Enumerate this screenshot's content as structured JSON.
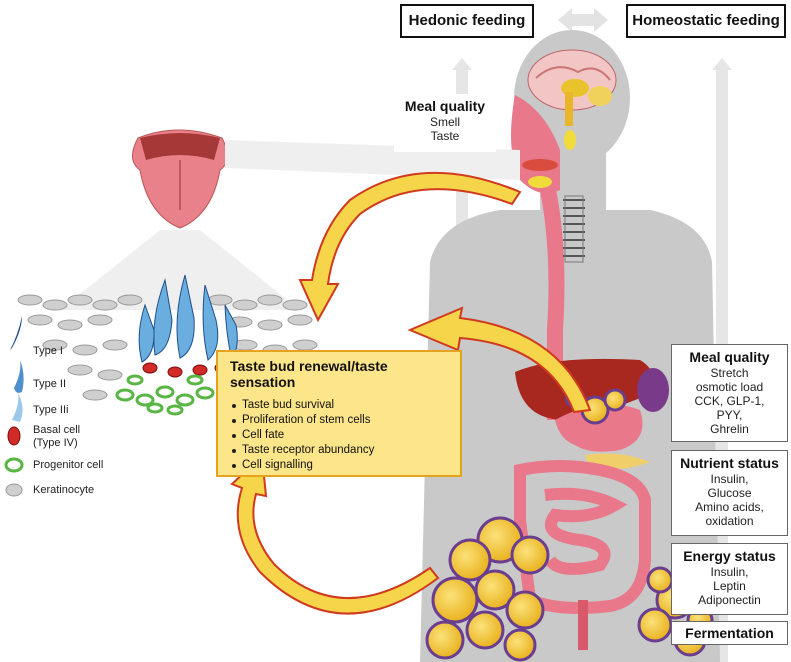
{
  "top_labels": {
    "hedonic": "Hedonic feeding",
    "homeostatic": "Homeostatic feeding"
  },
  "meal_quality_top": {
    "title": "Meal quality",
    "items": [
      "Smell",
      "Taste"
    ]
  },
  "taste_box": {
    "title": "Taste bud renewal/taste sensation",
    "items": [
      "Taste bud survival",
      "Proliferation of stem cells",
      "Cell fate",
      "Taste receptor abundancy",
      "Cell signalling"
    ]
  },
  "legend": {
    "type1": "Type I",
    "type2": "Type II",
    "type3": "Type IIi",
    "basal1": "Basal cell",
    "basal2": "(Type IV)",
    "progenitor": "Progenitor cell",
    "keratinocyte": "Keratinocyte"
  },
  "right_panels": {
    "meal_quality": {
      "title": "Meal quality",
      "lines": [
        "Stretch",
        "osmotic load",
        "CCK, GLP-1,",
        "PYY,",
        "Ghrelin"
      ]
    },
    "nutrient_status": {
      "title": "Nutrient status",
      "lines": [
        "Insulin,",
        "Glucose",
        "Amino acids,",
        "oxidation"
      ]
    },
    "energy_status": {
      "title": "Energy status",
      "lines": [
        "Insulin,",
        "Leptin",
        "Adiponectin"
      ]
    },
    "fermentation": {
      "title": "Fermentation"
    }
  },
  "colors": {
    "arrow_fill": "#f6d54a",
    "arrow_edge": "#d03a1e",
    "taste_box_bg": "#fde589",
    "silhouette": "#c9c9c9",
    "digestive": "#e6798a",
    "liver": "#a8271f",
    "fat_cell": "#f2c230",
    "fat_cell_rim": "#6a3d8f",
    "basal_cell": "#d22a26",
    "progenitor_cell": "#59b544",
    "keratinocyte": "#c9c9c9",
    "taste_cell": "#6aaee0"
  }
}
